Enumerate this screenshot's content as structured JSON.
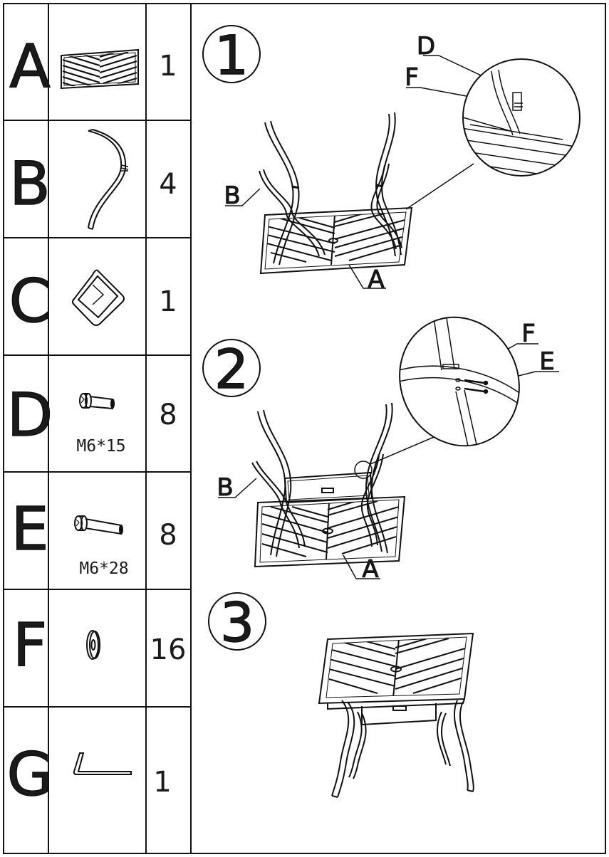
{
  "parts": [
    {
      "letter": "A",
      "qty": "1",
      "spec": ""
    },
    {
      "letter": "B",
      "qty": "4",
      "spec": ""
    },
    {
      "letter": "C",
      "qty": "1",
      "spec": ""
    },
    {
      "letter": "D",
      "qty": "8",
      "spec": "M6*15"
    },
    {
      "letter": "E",
      "qty": "8",
      "spec": "M6*28"
    },
    {
      "letter": "F",
      "qty": "16",
      "spec": ""
    },
    {
      "letter": "G",
      "qty": "1",
      "spec": ""
    }
  ],
  "steps": [
    {
      "number": "1",
      "callouts": {
        "d": "D",
        "f": "F",
        "b": "B",
        "a": "A"
      }
    },
    {
      "number": "2",
      "callouts": {
        "f": "F",
        "e": "E",
        "b": "B",
        "a": "A"
      }
    },
    {
      "number": "3"
    }
  ],
  "icons": {
    "A": "tabletop-icon",
    "B": "table-leg-icon",
    "C": "umbrella-ring-icon",
    "D": "short-bolt-icon",
    "E": "long-bolt-icon",
    "F": "washer-icon",
    "G": "allen-key-icon"
  }
}
